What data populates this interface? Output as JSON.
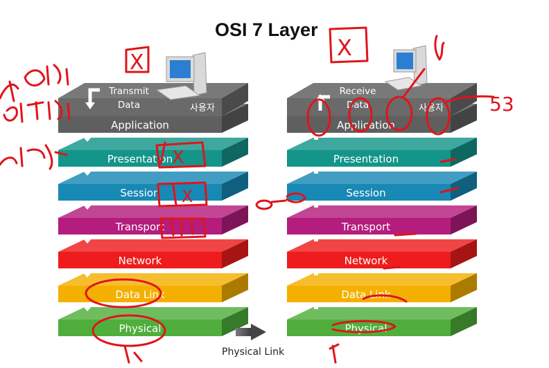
{
  "title": "OSI 7 Layer",
  "physical_link_label": "Physical Link",
  "sender": {
    "top_line1": "Transmit",
    "top_line2": "Data",
    "user_label": "사용자"
  },
  "receiver": {
    "top_line1": "Receive",
    "top_line2": "Data",
    "user_label": "사용자"
  },
  "layers": [
    {
      "name": "Application",
      "color": "#5f5f5f"
    },
    {
      "name": "Presentation",
      "color": "#14958a"
    },
    {
      "name": "Session",
      "color": "#1888b4"
    },
    {
      "name": "Transport",
      "color": "#b41d7d"
    },
    {
      "name": "Network",
      "color": "#ee1c1c"
    },
    {
      "name": "Data Link",
      "color": "#f4b000"
    },
    {
      "name": "Physical",
      "color": "#4fae3c"
    }
  ],
  "top_slab_color": "#6a6a6a",
  "ink_color": "#e0141a",
  "handwriting": {
    "x_mark": "X",
    "number": "53"
  }
}
